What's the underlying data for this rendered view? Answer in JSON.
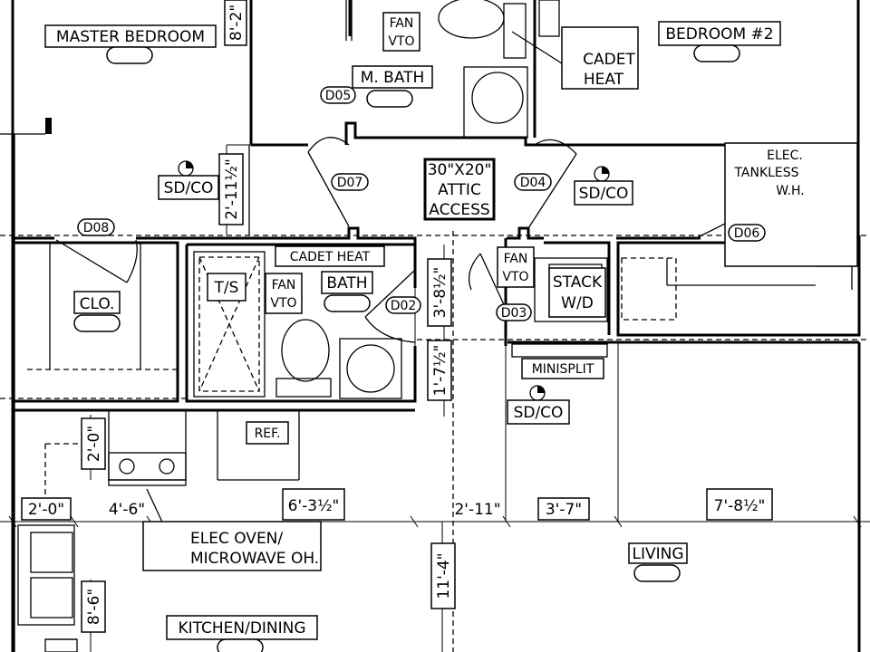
{
  "rooms": {
    "master_bedroom": "MASTER BEDROOM",
    "bedroom2": "BEDROOM #2",
    "m_bath": "M. BATH",
    "bath": "BATH",
    "clo": "CLO.",
    "living": "LIVING",
    "kitchen_dining": "KITCHEN/DINING"
  },
  "fixtures": {
    "fan_vto_1": [
      "FAN",
      "VTO"
    ],
    "fan_vto_2": [
      "FAN",
      "VTO"
    ],
    "fan_vto_3": [
      "FAN",
      "VTO"
    ],
    "cadet_heat_callout": [
      "CADET",
      "HEAT"
    ],
    "cadet_heat_label": "CADET HEAT",
    "attic_access": [
      "30\"X20\"",
      "ATTIC",
      "ACCESS"
    ],
    "tankless": [
      "ELEC.",
      "TANKLESS",
      "W.H."
    ],
    "stack_wd": [
      "STACK",
      "W/D"
    ],
    "ts": "T/S",
    "ref": "REF.",
    "minisplit": "MINISPLIT",
    "oven": [
      "ELEC OVEN/",
      "MICROWAVE OH."
    ],
    "sd_co": "SD/CO"
  },
  "doors": {
    "d02": "D02",
    "d03": "D03",
    "d04": "D04",
    "d05": "D05",
    "d06": "D06",
    "d07": "D07",
    "d08": "D08"
  },
  "dimensions": {
    "d_8_2": "8'-2\"",
    "d_2_11_half": "2'-11½\"",
    "d_3_8_half": "3'-8½\"",
    "d_1_7_half": "1'-7½\"",
    "d_2_0_vert": "2'-0\"",
    "d_2_0": "2'-0\"",
    "d_4_6": "4'-6\"",
    "d_6_3_half": "6'-3½\"",
    "d_2_11": "2'-11\"",
    "d_3_7": "3'-7\"",
    "d_7_8_half": "7'-8½\"",
    "d_11_4": "11'-4\"",
    "d_8_6": "8'-6\""
  },
  "icons": [
    "smoke-co-detector-icon",
    "door-swing-icon",
    "toilet-icon",
    "sink-icon",
    "cooktop-icon"
  ]
}
